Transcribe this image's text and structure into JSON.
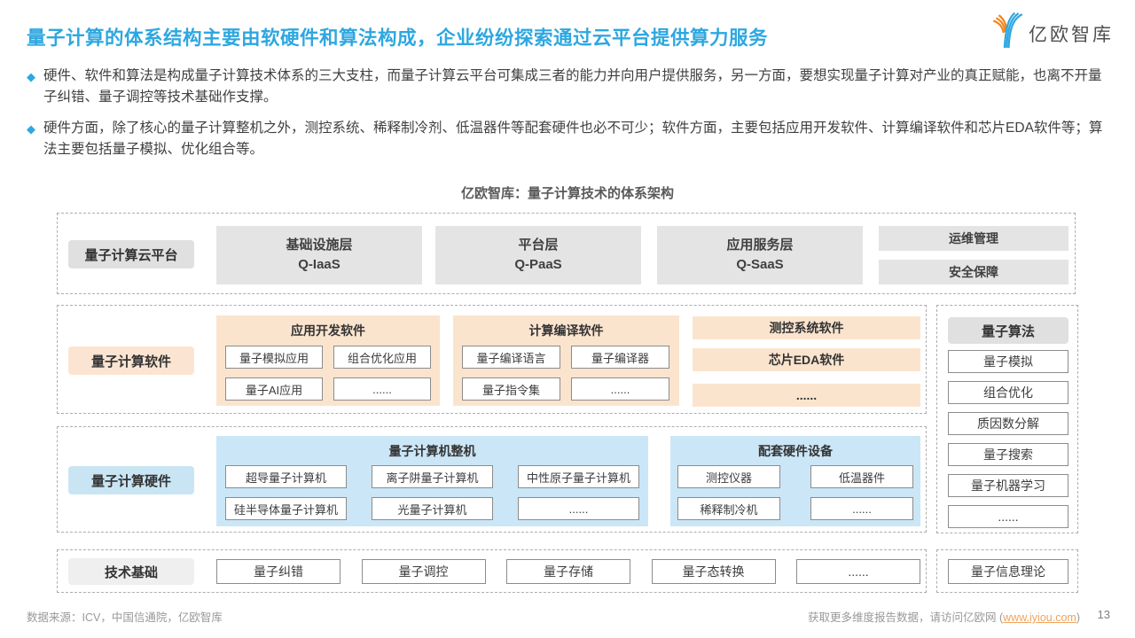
{
  "header": {
    "title": "量子计算的体系结构主要由软硬件和算法构成，企业纷纷探索通过云平台提供算力服务",
    "logo_text": "亿欧智库"
  },
  "bullets": [
    {
      "marker": "◆",
      "text": "硬件、软件和算法是构成量子计算技术体系的三大支柱，而量子计算云平台可集成三者的能力并向用户提供服务，另一方面，要想实现量子计算对产业的真正赋能，也离不开量子纠错、量子调控等技术基础作支撑。"
    },
    {
      "marker": "◆",
      "text": "硬件方面，除了核心的量子计算整机之外，测控系统、稀释制冷剂、低温器件等配套硬件也必不可少；软件方面，主要包括应用开发软件、计算编译软件和芯片EDA软件等；算法主要包括量子模拟、优化组合等。"
    }
  ],
  "diagram": {
    "title": "亿欧智库：量子计算技术的体系架构",
    "cloud": {
      "label": "量子计算云平台",
      "layers": [
        {
          "line1": "基础设施层",
          "line2": "Q-IaaS"
        },
        {
          "line1": "平台层",
          "line2": "Q-PaaS"
        },
        {
          "line1": "应用服务层",
          "line2": "Q-SaaS"
        }
      ],
      "side_items": [
        "运维管理",
        "安全保障"
      ]
    },
    "software": {
      "label": "量子计算软件",
      "groups": [
        {
          "title": "应用开发软件",
          "items": [
            "量子模拟应用",
            "组合优化应用",
            "量子AI应用",
            "......"
          ]
        },
        {
          "title": "计算编译软件",
          "items": [
            "量子编译语言",
            "量子编译器",
            "量子指令集",
            "......"
          ]
        }
      ],
      "bars": [
        "测控系统软件",
        "芯片EDA软件",
        "......"
      ]
    },
    "hardware": {
      "label": "量子计算硬件",
      "machines": {
        "title": "量子计算机整机",
        "items": [
          "超导量子计算机",
          "离子阱量子计算机",
          "中性原子量子计算机",
          "硅半导体量子计算机",
          "光量子计算机",
          "......"
        ]
      },
      "accessories": {
        "title": "配套硬件设备",
        "items": [
          "测控仪器",
          "低温器件",
          "稀释制冷机",
          "......"
        ]
      }
    },
    "foundation": {
      "label": "技术基础",
      "items": [
        "量子纠错",
        "量子调控",
        "量子存储",
        "量子态转换",
        "......"
      ],
      "side_item": "量子信息理论"
    },
    "algorithms": {
      "label": "量子算法",
      "items": [
        "量子模拟",
        "组合优化",
        "质因数分解",
        "量子搜索",
        "量子机器学习",
        "......"
      ]
    }
  },
  "footer": {
    "source": "数据来源：ICV，中国信通院，亿欧智库",
    "cta_prefix": "获取更多维度报告数据，请访问亿欧网 (",
    "cta_link": "www.iyiou.com",
    "cta_suffix": ")",
    "page_number": "13"
  },
  "colors": {
    "accent_blue": "#2EA7E0",
    "logo_orange": "#F08519",
    "cloud_gray": "#E4E4E4",
    "software_peach": "#FBE4CE",
    "hardware_blue": "#CBE6F6",
    "link_orange": "#F0A35E",
    "dashed_border": "#ADADAD"
  }
}
